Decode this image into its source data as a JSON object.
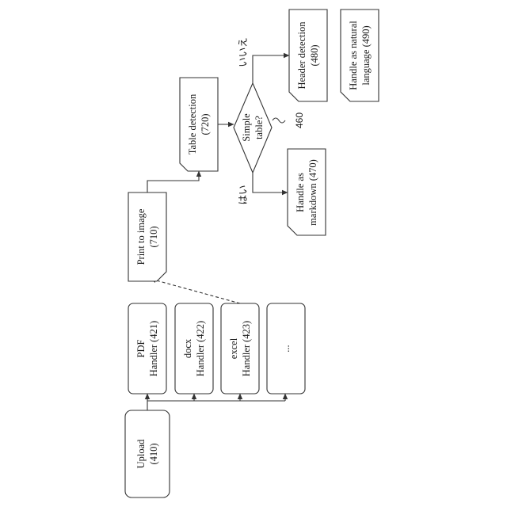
{
  "nodes": {
    "upload": {
      "line1": "Upload",
      "line2": "(410)"
    },
    "pdf": {
      "line1": "PDF",
      "line2": "Handler (421)"
    },
    "docx": {
      "line1": "docx",
      "line2": "Handler (422)"
    },
    "excel": {
      "line1": "excel",
      "line2": "Handler (423)"
    },
    "more": {
      "line1": "..."
    },
    "print": {
      "line1": "Print to image",
      "line2": "(710)"
    },
    "table": {
      "line1": "Table detection",
      "line2": "(720)"
    },
    "decision": {
      "line1": "Simple",
      "line2": "table?",
      "ref": "460"
    },
    "markdown": {
      "line1": "Handle as",
      "line2": "markdown (470)"
    },
    "header": {
      "line1": "Header detection",
      "line2": "(480)"
    },
    "natural": {
      "line1": "Handle as natural",
      "line2": "language (490)"
    }
  },
  "edges": {
    "yes_label": "はい",
    "no_label": "いいえ"
  },
  "colors": {
    "line": "#333333",
    "text": "#1a1a1a",
    "background": "#ffffff"
  }
}
